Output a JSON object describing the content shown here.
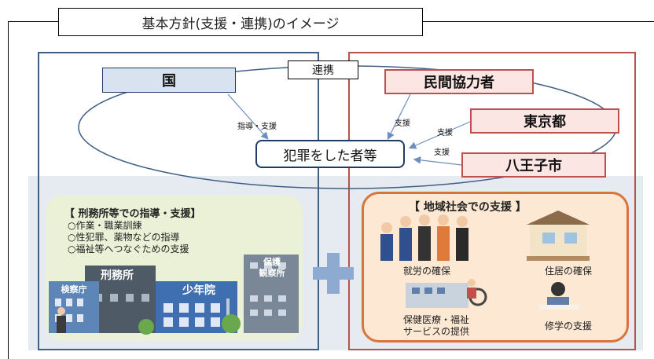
{
  "title": "基本方針(支援・連携)のイメージ",
  "nodes": {
    "kuni": "国",
    "renkei": "連携",
    "minkan": "民間協力者",
    "tokyo": "東京都",
    "hachioji": "八王子市",
    "center": "犯罪をした者等"
  },
  "arrow_labels": {
    "shidou_shien": "指導・支援",
    "shien_1": "支援",
    "shien_2": "支援",
    "shien_3": "支援"
  },
  "left_panel": {
    "heading": "【 刑務所等での指導・支援】",
    "items": [
      "○作業・職業訓練",
      "○性犯罪、薬物などの指導",
      "○福祉等へつなぐための支援"
    ],
    "buildings": {
      "keimusho": "刑務所",
      "kensatsucho": "検察庁",
      "shonenin": "少年院",
      "hogo": "保護",
      "kansatsusho": "観察所"
    }
  },
  "plus_sign": "+",
  "right_panel": {
    "heading": "【 地域社会での支援 】",
    "captions": {
      "shuro": "就労の確保",
      "jukyo": "住居の確保",
      "hoken_1": "保健医療・福祉",
      "hoken_2": "サービスの提供",
      "shugaku": "修学の支援"
    }
  },
  "colors": {
    "blue_border": "#3f5f85",
    "red_border": "#b5524b",
    "orange_border": "#d9743b",
    "arrow": "#6d8fbf"
  }
}
